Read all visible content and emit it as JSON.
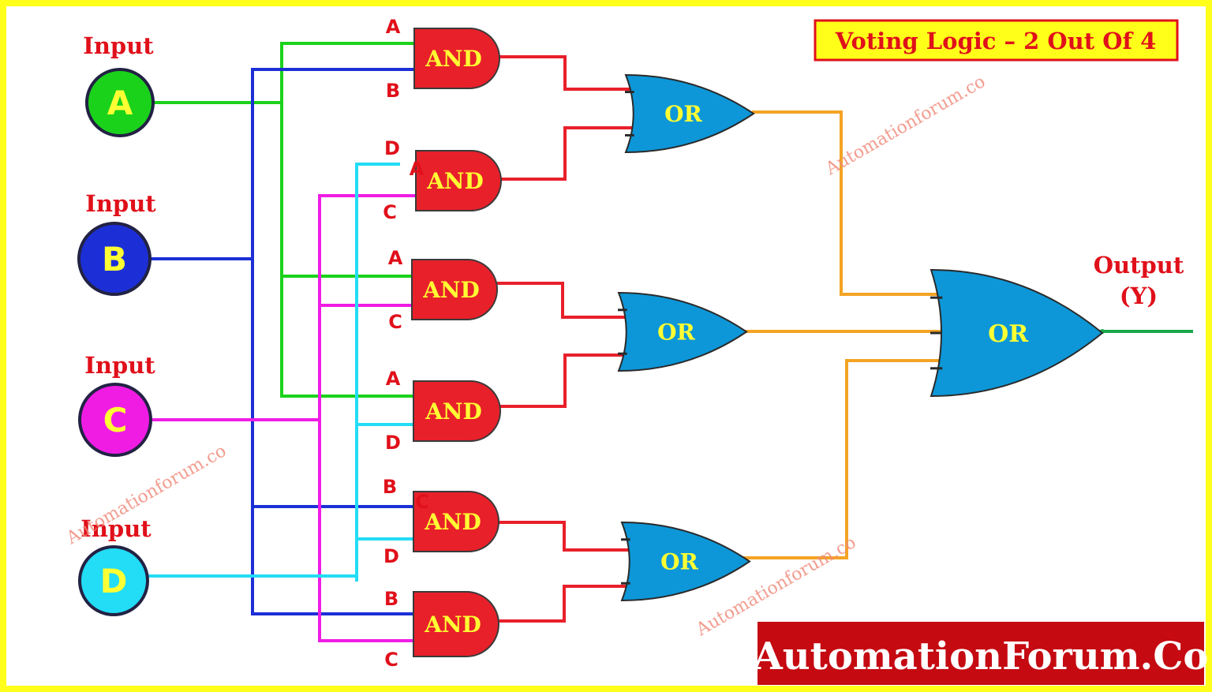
{
  "title": "Voting Logic – 2 Out Of 4",
  "brand": "AutomationForum.Co",
  "watermark": "Automationforum.co",
  "input_caption": "Input",
  "output_caption": "Output",
  "output_symbol": "(Y)",
  "inputs": [
    {
      "letter": "A",
      "color": "#1bd21b"
    },
    {
      "letter": "B",
      "color": "#1c2fd6"
    },
    {
      "letter": "C",
      "color": "#f01ce4"
    },
    {
      "letter": "D",
      "color": "#23dcf5"
    }
  ],
  "and_gates": [
    {
      "label": "AND",
      "top": "A",
      "bottom": "B",
      "stray": ""
    },
    {
      "label": "AND",
      "top": "D",
      "bottom": "C",
      "stray": "A"
    },
    {
      "label": "AND",
      "top": "A",
      "bottom": "C",
      "stray": ""
    },
    {
      "label": "AND",
      "top": "A",
      "bottom": "D",
      "stray": ""
    },
    {
      "label": "AND",
      "top": "B",
      "bottom": "D",
      "stray": "C"
    },
    {
      "label": "AND",
      "top": "B",
      "bottom": "C",
      "stray": ""
    }
  ],
  "or_gates": [
    {
      "label": "OR"
    },
    {
      "label": "OR"
    },
    {
      "label": "OR"
    }
  ],
  "final_gate": {
    "label": "OR"
  },
  "colors": {
    "border": "#ffff1a",
    "and_fill": "#e8202a",
    "or_fill": "#0d97d8",
    "gate_text": "#ffff33",
    "label_red": "#e0101a",
    "wire_red": "#e8202a",
    "wire_orange": "#f4a324",
    "wire_output": "#1aa84a",
    "brand_bg": "#c50a12"
  }
}
